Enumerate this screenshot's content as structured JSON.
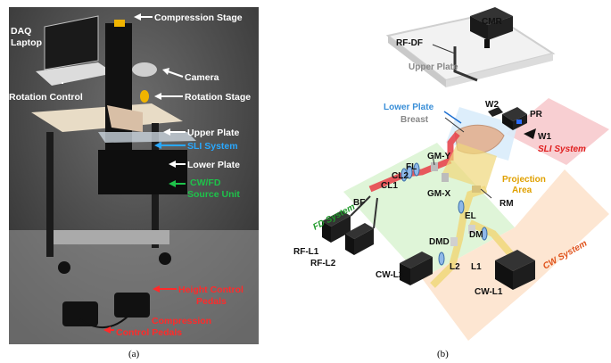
{
  "panel_a": {
    "caption": "(a)",
    "labels": {
      "daq_laptop_1": "DAQ",
      "daq_laptop_2": "Laptop",
      "compression_stage": "Compression Stage",
      "camera": "Camera",
      "rotation_control": "Rotation Control",
      "rotation_stage": "Rotation Stage",
      "upper_plate": "Upper Plate",
      "sli_system": "SLI System",
      "lower_plate": "Lower Plate",
      "source_unit_1": "CW/FD",
      "source_unit_2": "Source Unit",
      "height_pedals_1": "Height Control",
      "height_pedals_2": "Pedals",
      "compression_pedals_1": "Compression",
      "compression_pedals_2": "Control Pedals"
    },
    "colors": {
      "white": "#ffffff",
      "blue": "#29a8ff",
      "green": "#1ec24a",
      "red": "#ff2a2a"
    }
  },
  "panel_b": {
    "caption": "(b)",
    "labels": {
      "cmr": "CMR",
      "rf_df": "RF-DF",
      "upper_plate": "Upper Plate",
      "lower_plate": "Lower Plate",
      "breast": "Breast",
      "w2": "W2",
      "pr": "PR",
      "w1": "W1",
      "sli_system": "SLI System",
      "gm_y": "GM-Y",
      "fl": "FL",
      "cl2": "CL2",
      "cl1": "CL1",
      "gm_x": "GM-X",
      "projection_1": "Projection",
      "projection_2": "Area",
      "rm": "RM",
      "bf": "BF",
      "fd_system": "FD System",
      "el": "EL",
      "dm": "DM",
      "dmd": "DMD",
      "rf_l1": "RF-L1",
      "rf_l2": "RF-L2",
      "l2": "L2",
      "l1": "L1",
      "cw_l2": "CW-L2",
      "cw_l1": "CW-L1",
      "cw_system": "CW System"
    },
    "colors": {
      "sli_region": "#f8cfd2",
      "fd_region": "#dff5d8",
      "cw_region": "#fde6d2",
      "sli_text": "#e02020",
      "fd_text": "#1f9a2a",
      "cw_text": "#e0521a",
      "lower_plate_text": "#3a8fd8",
      "projection_text": "#e0a000",
      "red_beam": "#e8474f",
      "yellow_beam": "#f0d77a",
      "grey_text": "#888888"
    }
  }
}
